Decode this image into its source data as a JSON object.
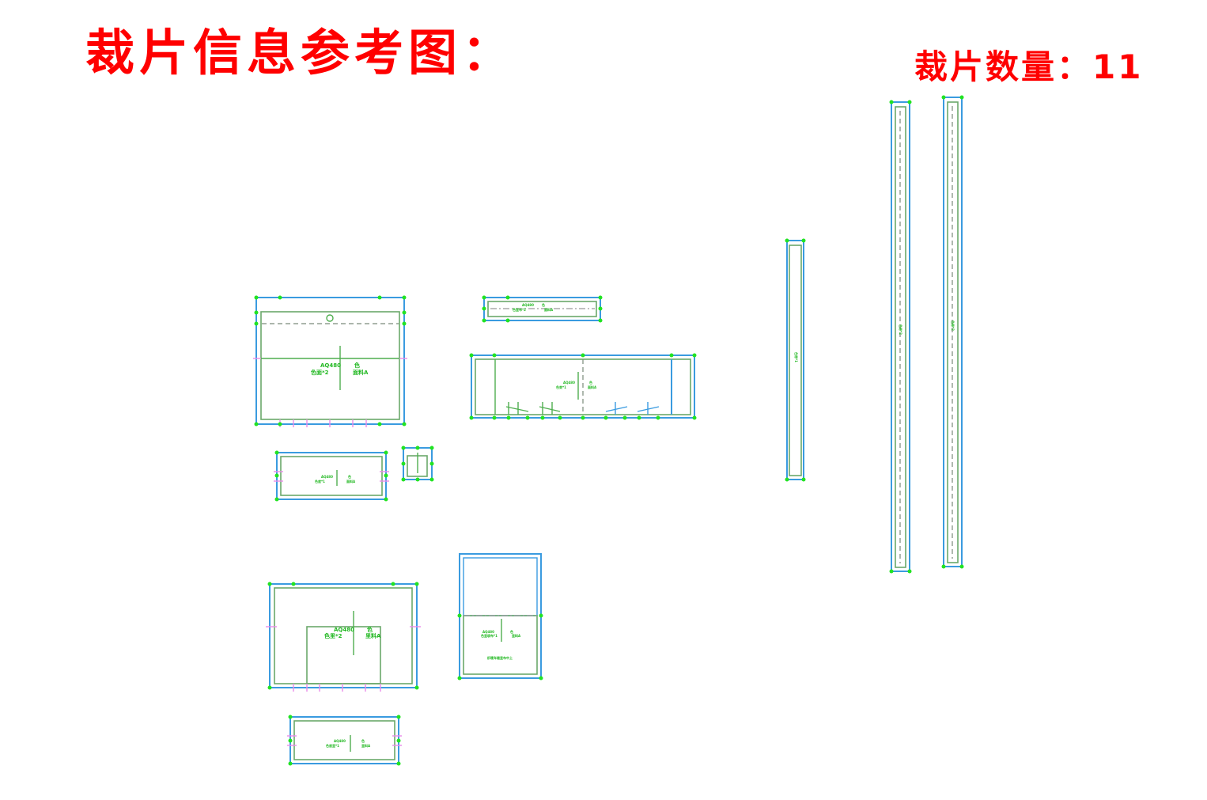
{
  "header": {
    "title": "裁片信息参考图：",
    "count_label": "裁片数量：",
    "count_value": "11"
  },
  "colors": {
    "title": "#ff0000",
    "cut_line": "#3a9be0",
    "sew_line": "#6aa86a",
    "point": "#22e322",
    "notch": "#e98be9"
  },
  "pieces": [
    {
      "code": "AQ480",
      "part": "色面*2",
      "color": "色",
      "fabric": "面料A"
    },
    {
      "code": "AQ480",
      "part": "色里布*2",
      "color": "色",
      "fabric": "面料A"
    },
    {
      "code": "AQ480",
      "part": "色束*1",
      "color": "色",
      "fabric": "面料A"
    },
    {
      "code": "AQ480",
      "part": "色底*1",
      "color": "色",
      "fabric": "面料A"
    },
    {
      "code": "AQ480",
      "part": "色里*2",
      "color": "色",
      "fabric": "里料A"
    },
    {
      "code": "AQ480",
      "part": "色里袋布*1",
      "color": "色",
      "fabric": "里料A",
      "note": "织唛车缝里布中上"
    },
    {
      "code": "AQ480",
      "part": "色底里*1",
      "color": "色",
      "fabric": "里料A"
    },
    {
      "code": "AQ480",
      "part": "色带*1",
      "color": "色",
      "fabric": "面料A"
    },
    {
      "code": "AQ480",
      "part": "色带*2",
      "color": "色",
      "fabric": "面料A"
    },
    {
      "code": "AQ480",
      "part": "色带*2",
      "color": "色",
      "fabric": "面料A"
    }
  ]
}
